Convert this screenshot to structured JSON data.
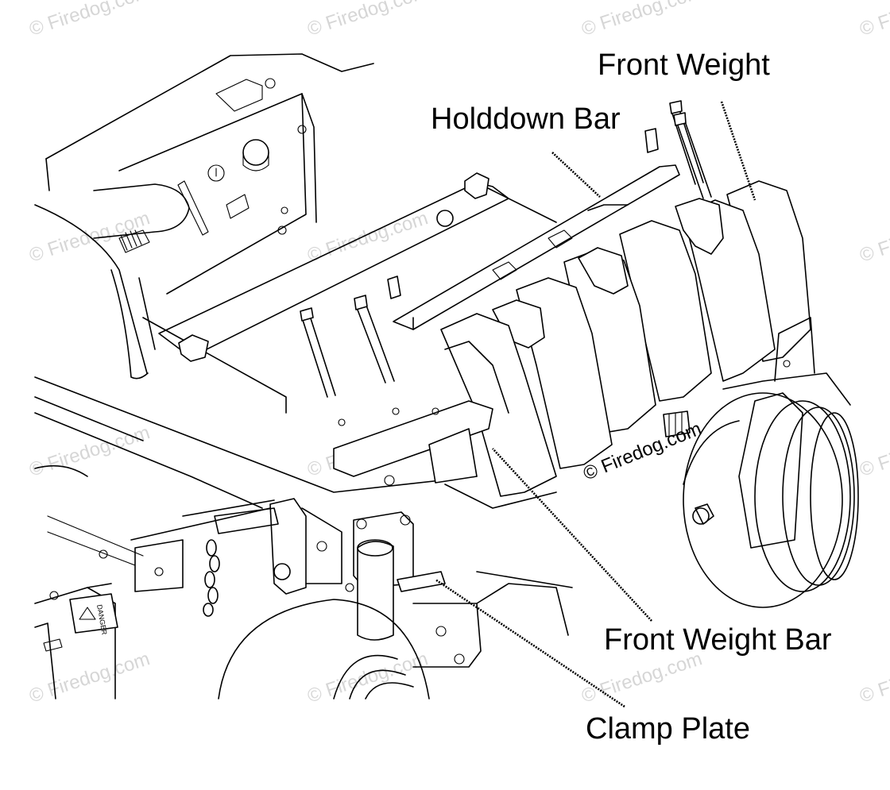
{
  "labels": {
    "front_weight": "Front Weight",
    "holddown_bar": "Holddown Bar",
    "front_weight_bar": "Front Weight Bar",
    "clamp_plate": "Clamp Plate"
  },
  "watermark": {
    "text": "© Firedog.com",
    "inline_text": "© Firedog.com"
  },
  "decal_text": "DANGER",
  "colors": {
    "line": "#000000",
    "background": "#ffffff",
    "watermark": "#d6d6d6"
  }
}
